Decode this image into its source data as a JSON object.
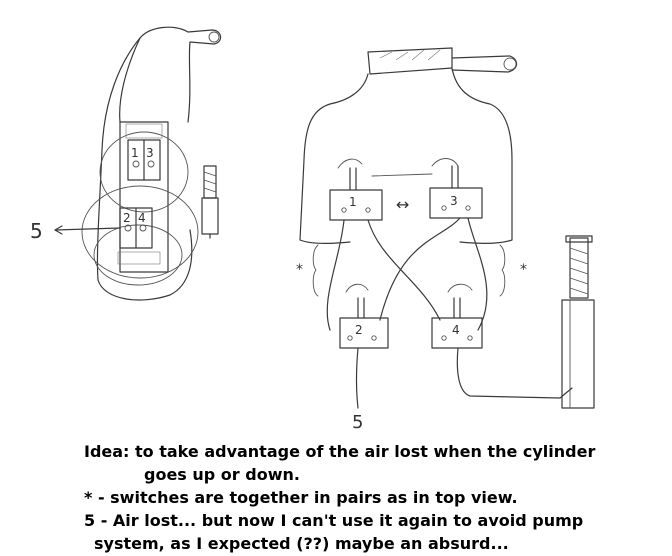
{
  "diagram": {
    "side_view": {
      "switch_numbers": [
        "1",
        "3",
        "2",
        "4"
      ],
      "air_outlet_label": "5"
    },
    "front_view": {
      "switch_labels": [
        "1",
        "3",
        "2",
        "4"
      ],
      "air_outlet_label": "5",
      "pair_marker_left": "*",
      "pair_marker_right": "*",
      "between_arrow": "↔"
    }
  },
  "caption": {
    "line1": "Idea: to take advantage of the air lost when the cylinder",
    "line2": "goes up or down.",
    "line3": "* - switches are together in pairs as in top view.",
    "line4": "5 - Air lost... but now I can't use it again to avoid pump",
    "line5": "system, as I expected (??) maybe an absurd..."
  }
}
